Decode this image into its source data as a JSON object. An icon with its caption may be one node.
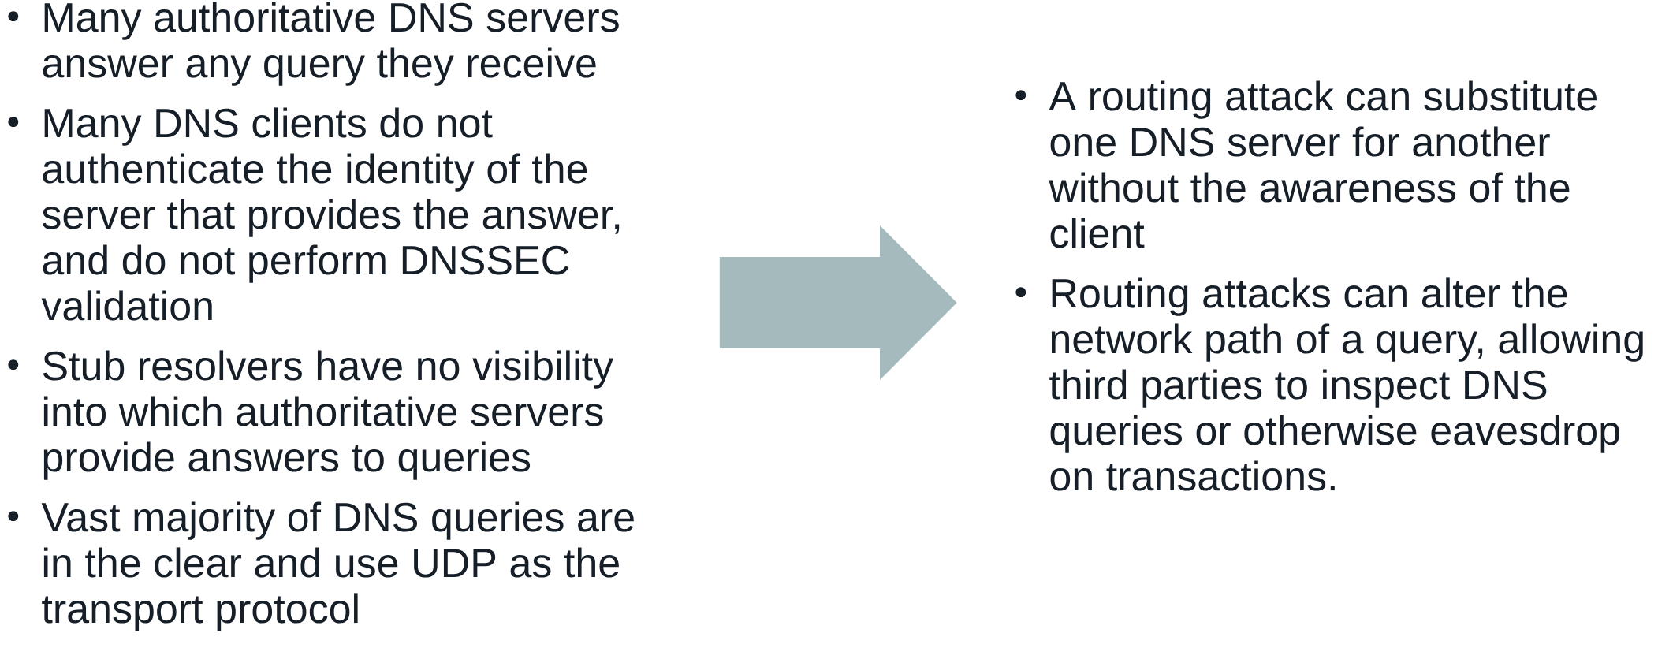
{
  "diagram": {
    "nodes": [
      {
        "text": [
          "Many authoritative DNS servers answer any query they receive",
          "Many DNS clients do not authenticate the identity of the server that provides the answer, and do not perform DNSSEC validation",
          "Stub resolvers have no visibility into which authoritative servers provide answers to queries",
          "Vast majority of DNS queries are in the clear and use UDP as the transport protocol"
        ]
      },
      {
        "text": [
          "A routing attack can substitute one DNS server for another without the awareness of the client",
          "Routing attacks can alter the network path of a query, allowing third parties to inspect DNS queries or otherwise eavesdrop on transactions."
        ]
      }
    ],
    "edges": [
      {
        "from": 0,
        "to": 1,
        "arrow": "to",
        "color": "#a4babc"
      }
    ]
  }
}
